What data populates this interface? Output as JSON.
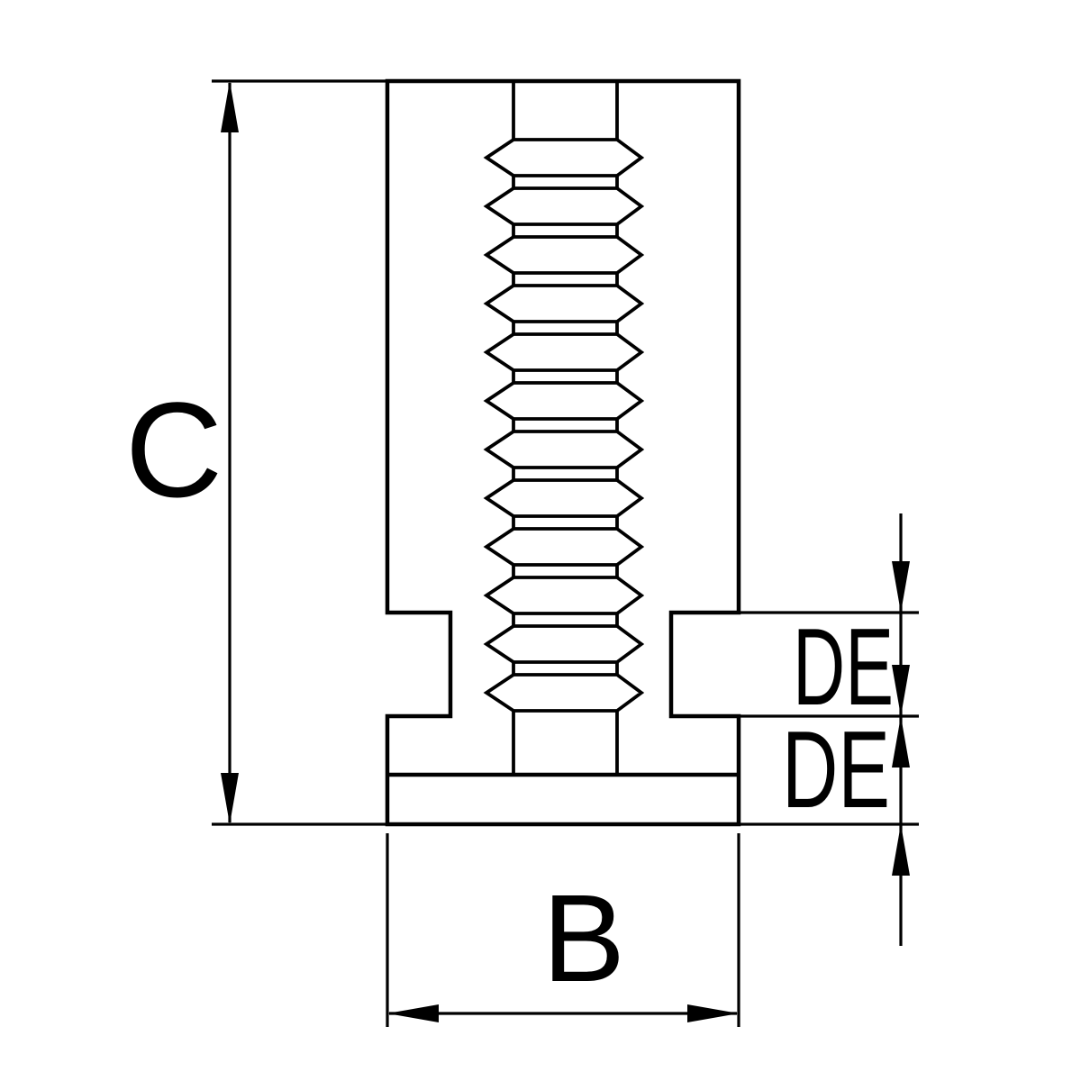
{
  "drawing": {
    "background_color": "#ffffff",
    "line_color": "#000000",
    "labels": {
      "height_c": "C",
      "width_b": "B",
      "right_upper": "DE",
      "right_lower": "DE"
    }
  }
}
